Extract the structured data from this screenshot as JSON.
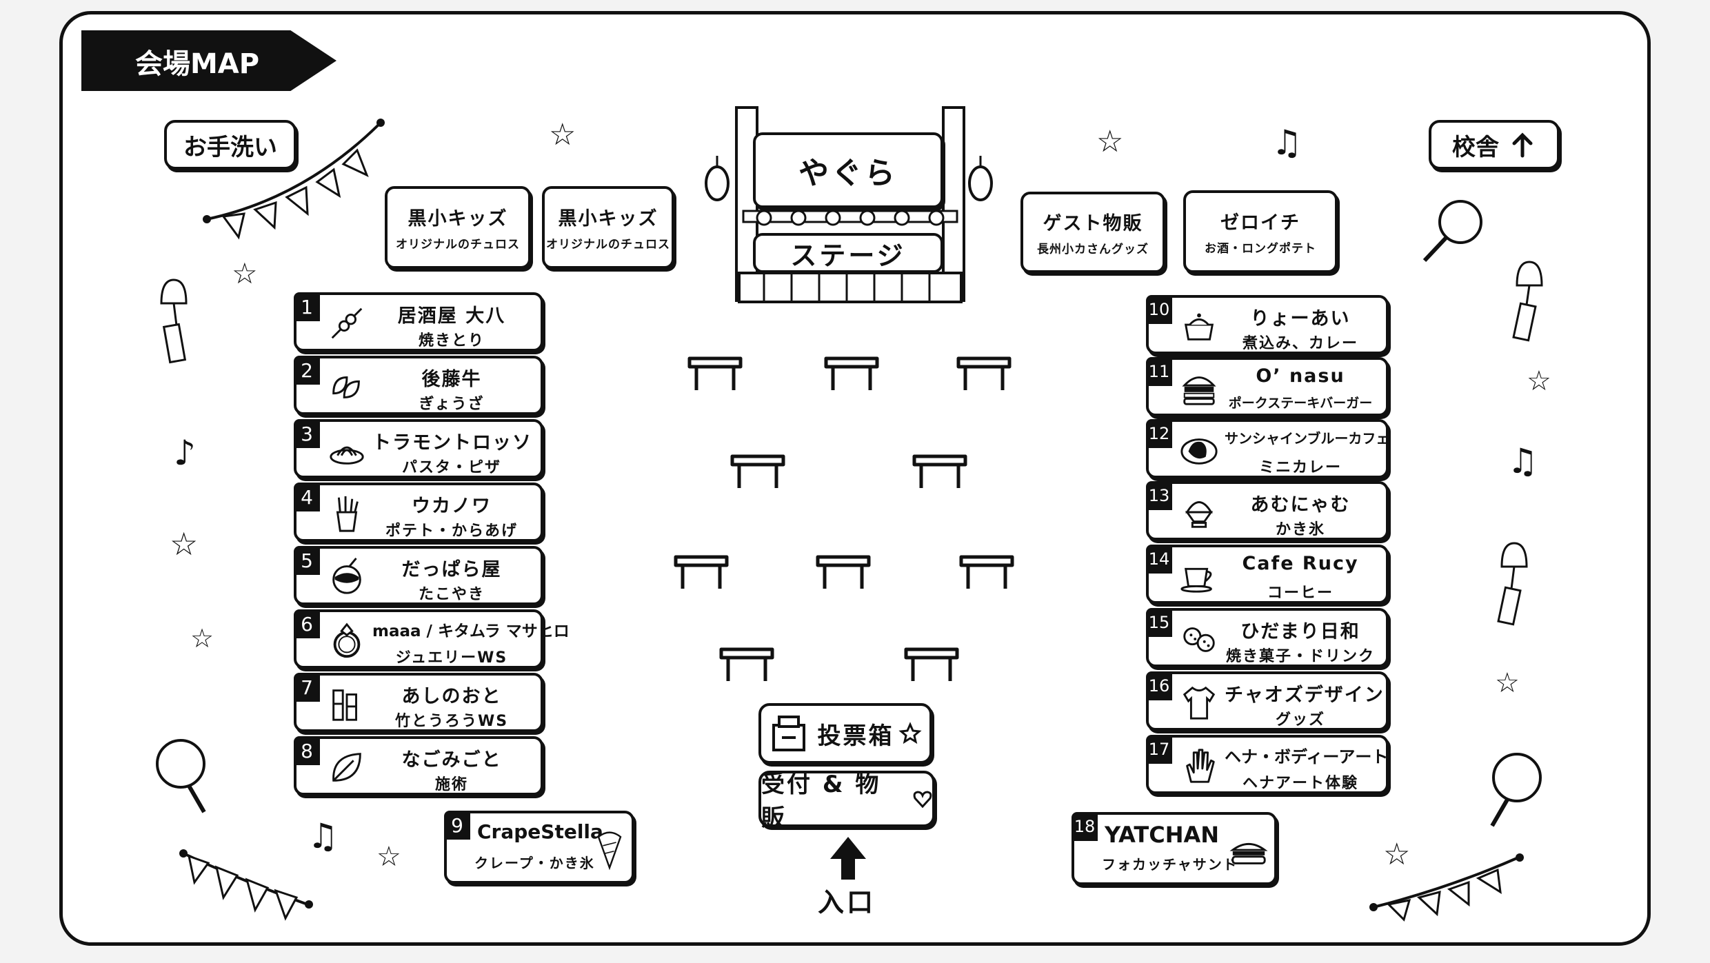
{
  "map_title": "会場MAP",
  "signs": {
    "handwash": "お手洗い",
    "school_building": "校舎",
    "entrance": "入口"
  },
  "stage": {
    "top_label": "やぐら",
    "bottom_label": "ステージ"
  },
  "top_booths": [
    {
      "main": "黒小キッズ",
      "sub": "オリジナルのチュロス"
    },
    {
      "main": "黒小キッズ",
      "sub": "オリジナルのチュロス"
    },
    {
      "main": "ゲスト物販",
      "sub": "長州小カさんグッズ"
    },
    {
      "main": "ゼロイチ",
      "sub": "お酒・ロングポテト"
    }
  ],
  "center_boxes": {
    "ballot_box": "投票箱",
    "reception": "受付 & 物販"
  },
  "vendors_left": [
    {
      "num": "1",
      "name": "居酒屋 大八",
      "desc": "焼きとり",
      "icon": "skewer-icon"
    },
    {
      "num": "2",
      "name": "後藤牛",
      "desc": "ぎょうざ",
      "icon": "gyoza-icon"
    },
    {
      "num": "3",
      "name": "トラモントロッソ",
      "desc": "パスタ・ピザ",
      "icon": "pasta-icon"
    },
    {
      "num": "4",
      "name": "ウカノワ",
      "desc": "ポテト・からあげ",
      "icon": "fries-icon"
    },
    {
      "num": "5",
      "name": "だっぱら屋",
      "desc": "たこやき",
      "icon": "takoyaki-icon"
    },
    {
      "num": "6",
      "name": "maaa / キタムラ マサヒロ",
      "desc": "ジュエリーWS",
      "icon": "ring-icon"
    },
    {
      "num": "7",
      "name": "あしのおと",
      "desc": "竹とうろうWS",
      "icon": "bamboo-icon"
    },
    {
      "num": "8",
      "name": "なごみごと",
      "desc": "施術",
      "icon": "leaf-icon"
    }
  ],
  "vendor_9": {
    "num": "9",
    "name": "CrapeStella",
    "desc": "クレープ・かき氷",
    "icon": "crepe-icon"
  },
  "vendors_right": [
    {
      "num": "10",
      "name": "りょーあい",
      "desc": "煮込み、カレー",
      "icon": "pot-icon"
    },
    {
      "num": "11",
      "name": "O’ nasu",
      "desc": "ポークステーキバーガー",
      "icon": "burger-icon"
    },
    {
      "num": "12",
      "name": "サンシャインブルーカフェ",
      "desc": "ミニカレー",
      "icon": "curry-icon"
    },
    {
      "num": "13",
      "name": "あむにゃむ",
      "desc": "かき氷",
      "icon": "shaved-ice-icon"
    },
    {
      "num": "14",
      "name": "Cafe Rucy",
      "desc": "コーヒー",
      "icon": "coffee-cup-icon"
    },
    {
      "num": "15",
      "name": "ひだまり日和",
      "desc": "焼き菓子・ドリンク",
      "icon": "cookies-icon"
    },
    {
      "num": "16",
      "name": "チャオズデザイン",
      "desc": "グッズ",
      "icon": "tshirt-icon"
    },
    {
      "num": "17",
      "name": "ヘナ・ボディーアート",
      "desc": "ヘナアート体験",
      "icon": "hand-icon"
    }
  ],
  "vendor_18": {
    "num": "18",
    "name": "YATCHAN",
    "desc": "フォカッチャサンド",
    "icon": "sandwich-icon"
  }
}
